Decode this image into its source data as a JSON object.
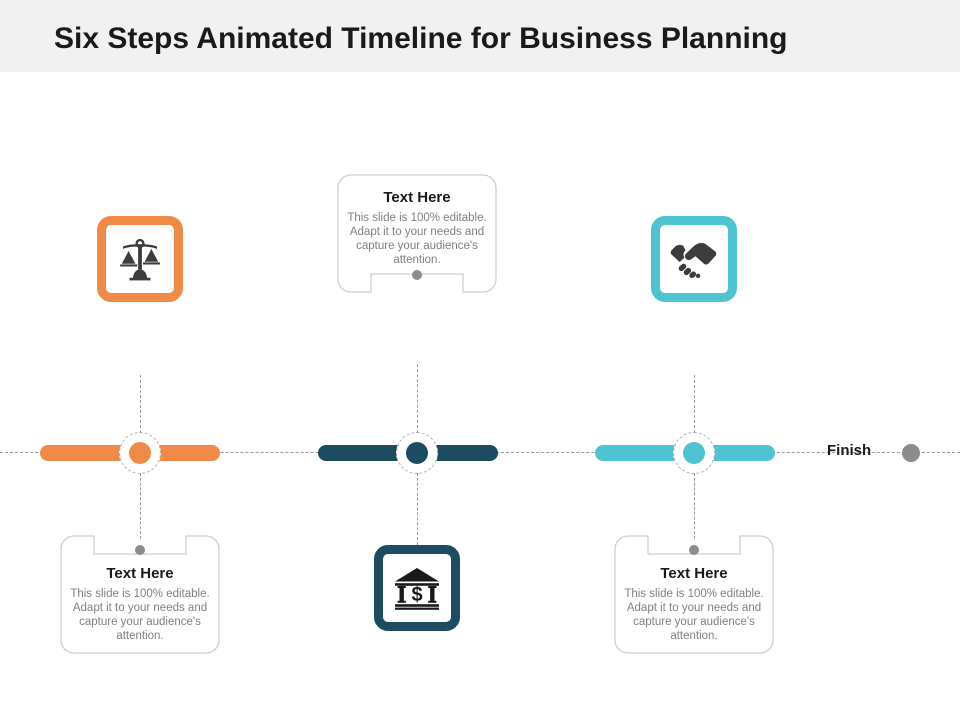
{
  "header": {
    "title": "Six Steps Animated Timeline for Business Planning",
    "band_color": "#f1f1f1"
  },
  "theme": {
    "orange": "#ef8b46",
    "dark_teal": "#1d4b60",
    "cyan": "#50c3d3",
    "gray_line": "#9a9a9a",
    "gray_dot": "#8c8c8c",
    "body_text": "#808080",
    "heading_text": "#1a1a1a",
    "background": "#ffffff"
  },
  "timeline": {
    "axis_style": "dashed",
    "finish_label": "Finish",
    "finish_dot_color": "#8c8c8c",
    "nodes": [
      {
        "id": "node-1",
        "color": "#ef8b46",
        "position": "above"
      },
      {
        "id": "node-2",
        "color": "#1d4b60",
        "position": "below"
      },
      {
        "id": "node-3",
        "color": "#50c3d3",
        "position": "above"
      }
    ]
  },
  "icons": [
    {
      "id": "icon-scales",
      "name": "scales-icon",
      "color": "#ef8b46",
      "placement": "top-left"
    },
    {
      "id": "icon-bank",
      "name": "bank-icon",
      "color": "#1d4b60",
      "placement": "bottom-center"
    },
    {
      "id": "icon-handshake",
      "name": "handshake-icon",
      "color": "#50c3d3",
      "placement": "top-right"
    }
  ],
  "callouts": [
    {
      "id": "callout-top-center",
      "title": "Text Here",
      "description": "This slide is 100% editable. Adapt it to your needs and capture your audience's attention.",
      "notch": "bottom"
    },
    {
      "id": "callout-bottom-left",
      "title": "Text Here",
      "description": "This slide is 100% editable. Adapt it to your needs and capture your audience's attention.",
      "notch": "top"
    },
    {
      "id": "callout-bottom-right",
      "title": "Text Here",
      "description": "This slide is 100% editable. Adapt it to your needs and capture your audience's attention.",
      "notch": "top"
    }
  ]
}
